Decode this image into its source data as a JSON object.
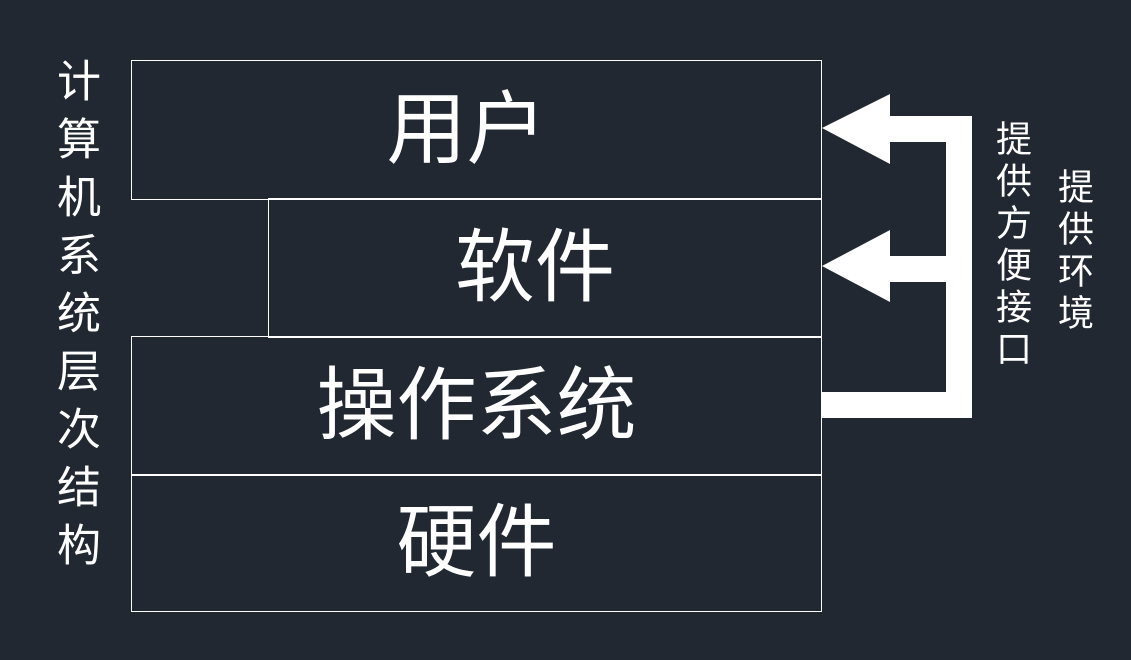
{
  "side_title": "计算机系统层次结构",
  "layers": {
    "user": "用户",
    "software": "软件",
    "os": "操作系统",
    "hardware": "硬件"
  },
  "labels": {
    "interface": "提供方便接口",
    "environment": "提供环境"
  },
  "colors": {
    "background": "#222831",
    "foreground": "#ffffff"
  }
}
